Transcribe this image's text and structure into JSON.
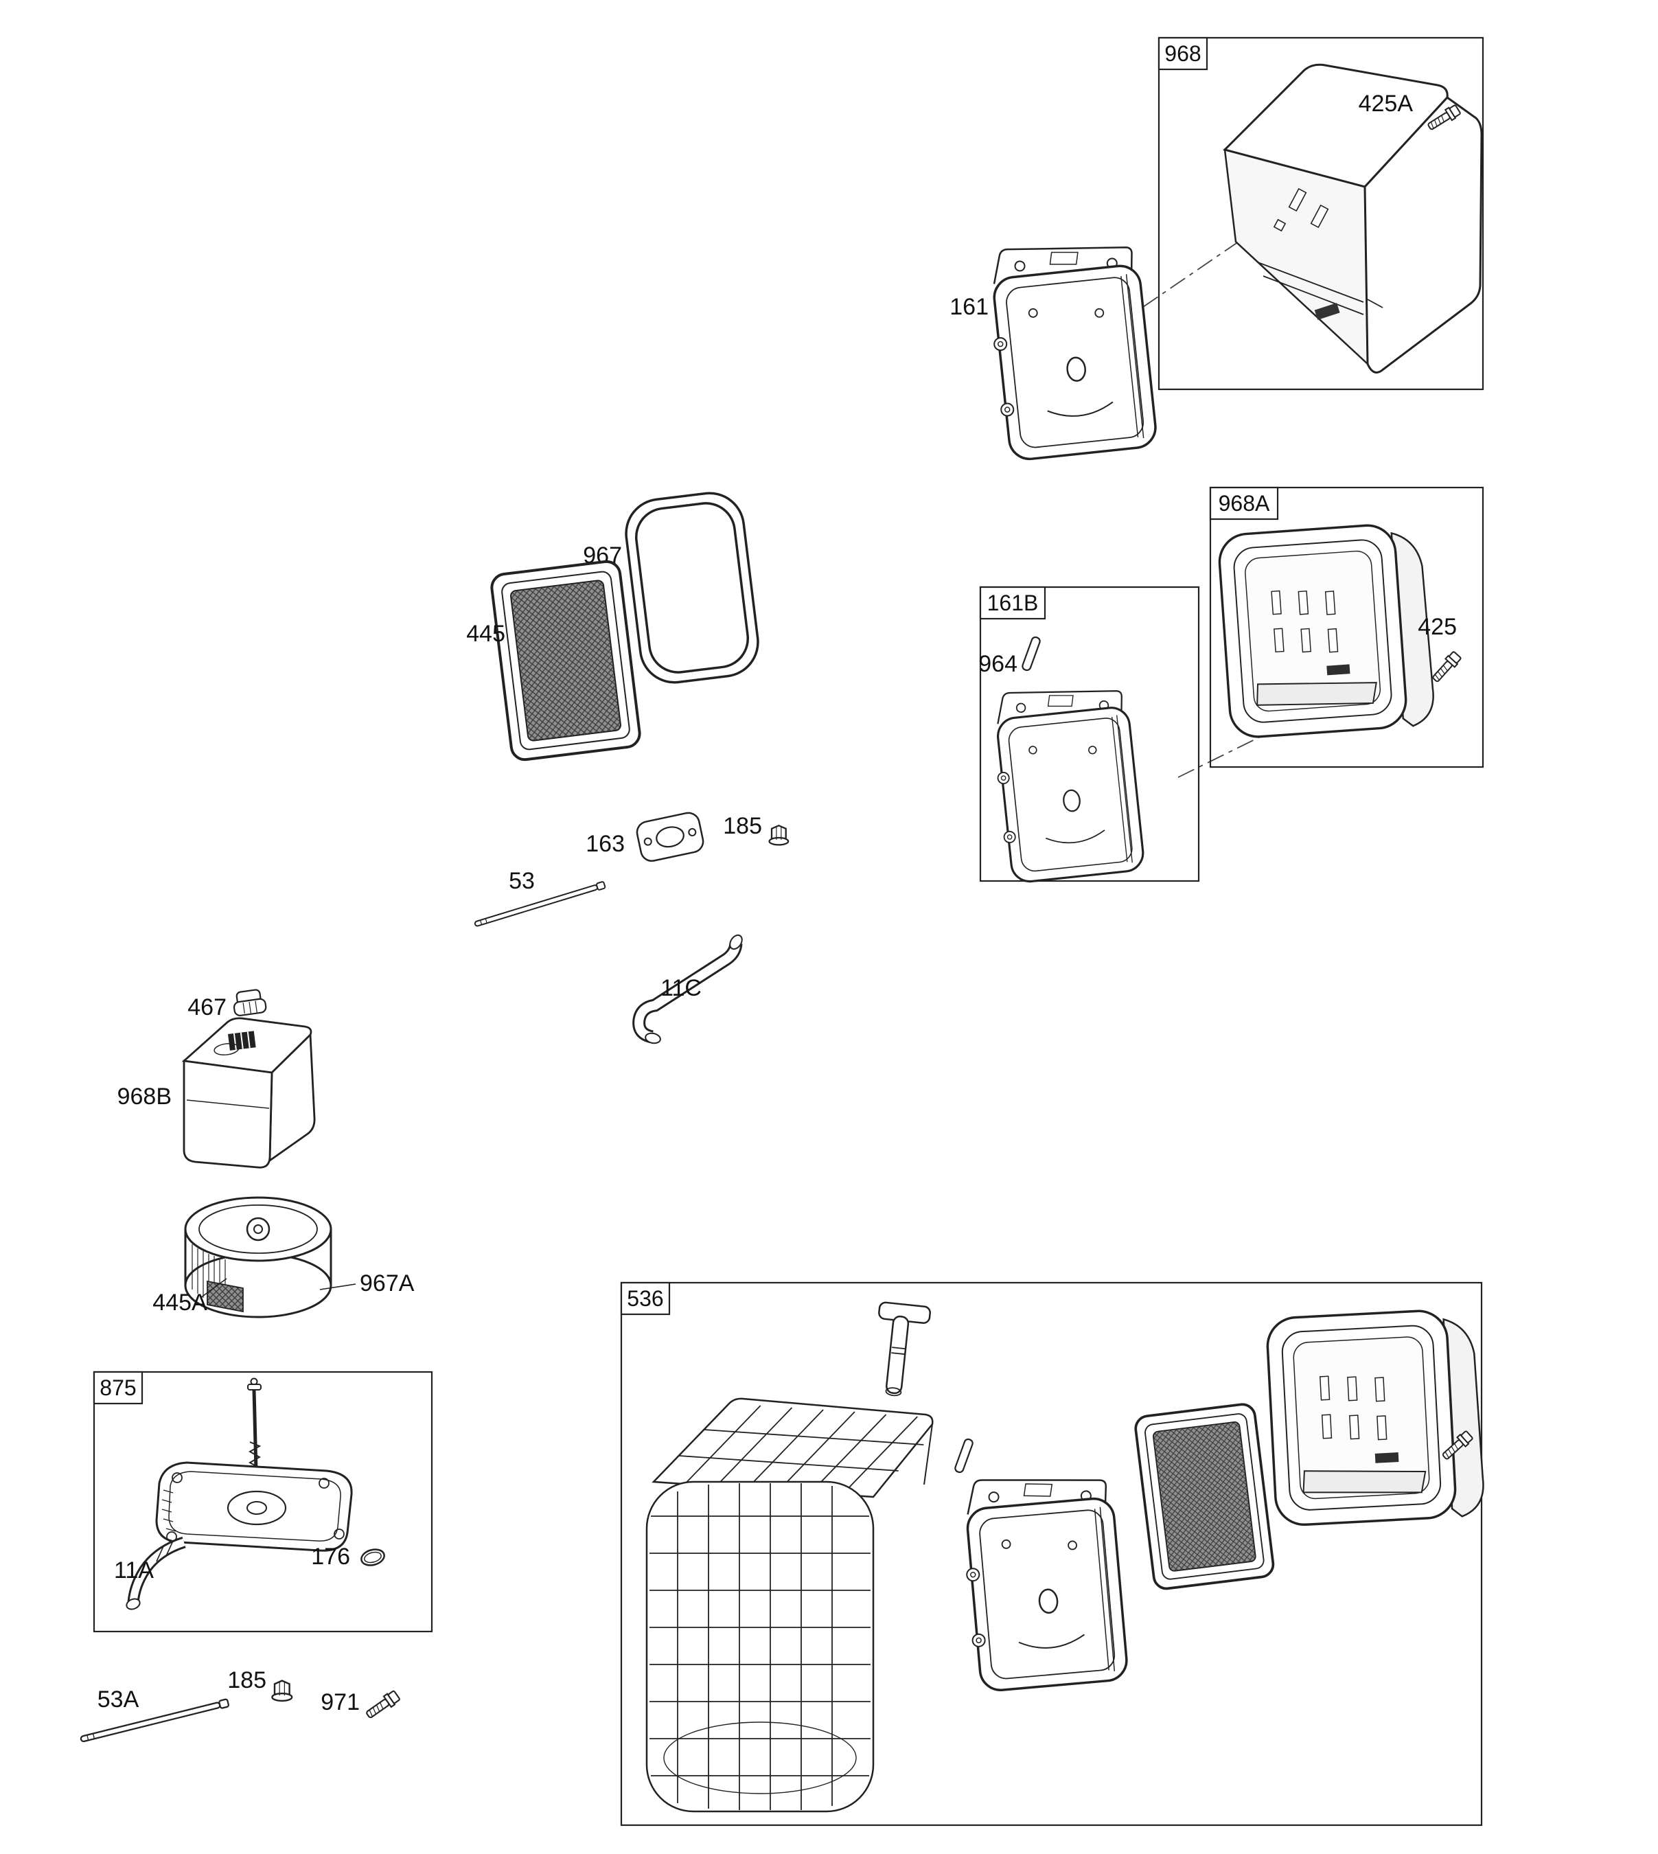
{
  "figure": {
    "kind": "exploded-parts-diagram",
    "background": "#ffffff",
    "line_color": "#222222"
  },
  "callout_boxes": [
    {
      "id": "968",
      "label": "968"
    },
    {
      "id": "968A",
      "label": "968A"
    },
    {
      "id": "161B",
      "label": "161B"
    },
    {
      "id": "875",
      "label": "875"
    },
    {
      "id": "536",
      "label": "536"
    }
  ],
  "part_labels": {
    "p425A": "425A",
    "p161": "161",
    "p425": "425",
    "p964": "964",
    "p967": "967",
    "p445": "445",
    "p163": "163",
    "p185_top": "185",
    "p53": "53",
    "p11C": "11C",
    "p467": "467",
    "p968B": "968B",
    "p445A": "445A",
    "p967A": "967A",
    "p11A": "11A",
    "p176": "176",
    "p53A": "53A",
    "p185_bottom": "185",
    "p971": "971"
  }
}
